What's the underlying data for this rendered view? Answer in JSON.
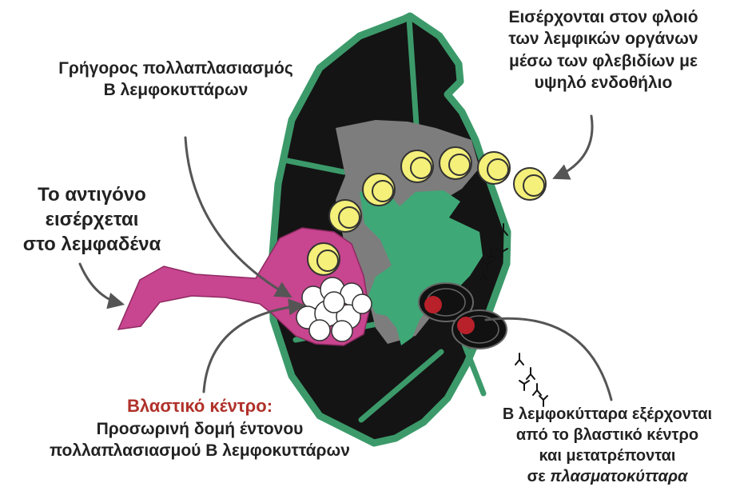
{
  "labels": {
    "proliferation": [
      "Γρήγορος πολλαπλασιασμός",
      "Β λεμφοκυττάρων"
    ],
    "antigen_entry": [
      "Το αντιγόνο",
      "εισέρχεται",
      "στο λεμφαδένα"
    ],
    "cortex_entry": [
      "Εισέρχονται στον φλοιό",
      "των λεμφικών οργάνων",
      "μέσω των φλεβιδίων με",
      "υψηλό ενδοθήλιο"
    ],
    "germinal_center": {
      "title": "Βλαστικό κέντρο:",
      "lines": [
        "Προσωρινή δομή έντονου",
        "πολλαπλασιασμού Β λεμφοκυττάρων"
      ]
    },
    "b_cell_exit": {
      "lines": [
        "Β λεμφοκύτταρα εξέρχονται",
        "από το βλαστικό κέντρο",
        "και μετατρέπονται"
      ],
      "last_prefix": "σε ",
      "last_emphasis": "πλασματοκύτταρα"
    }
  },
  "colors": {
    "capsule": "#3c9a6a",
    "cortex": "#141414",
    "paracortex": "#7d7d7d",
    "medulla": "#3fa877",
    "afferent_vessel": "#c8458f",
    "b_cell": "#f4f07a",
    "germinal_cell": "#ffffff",
    "plasma_cell_nucleus": "#b8202a",
    "title_red": "#b0312a",
    "arrow": "#555555"
  }
}
